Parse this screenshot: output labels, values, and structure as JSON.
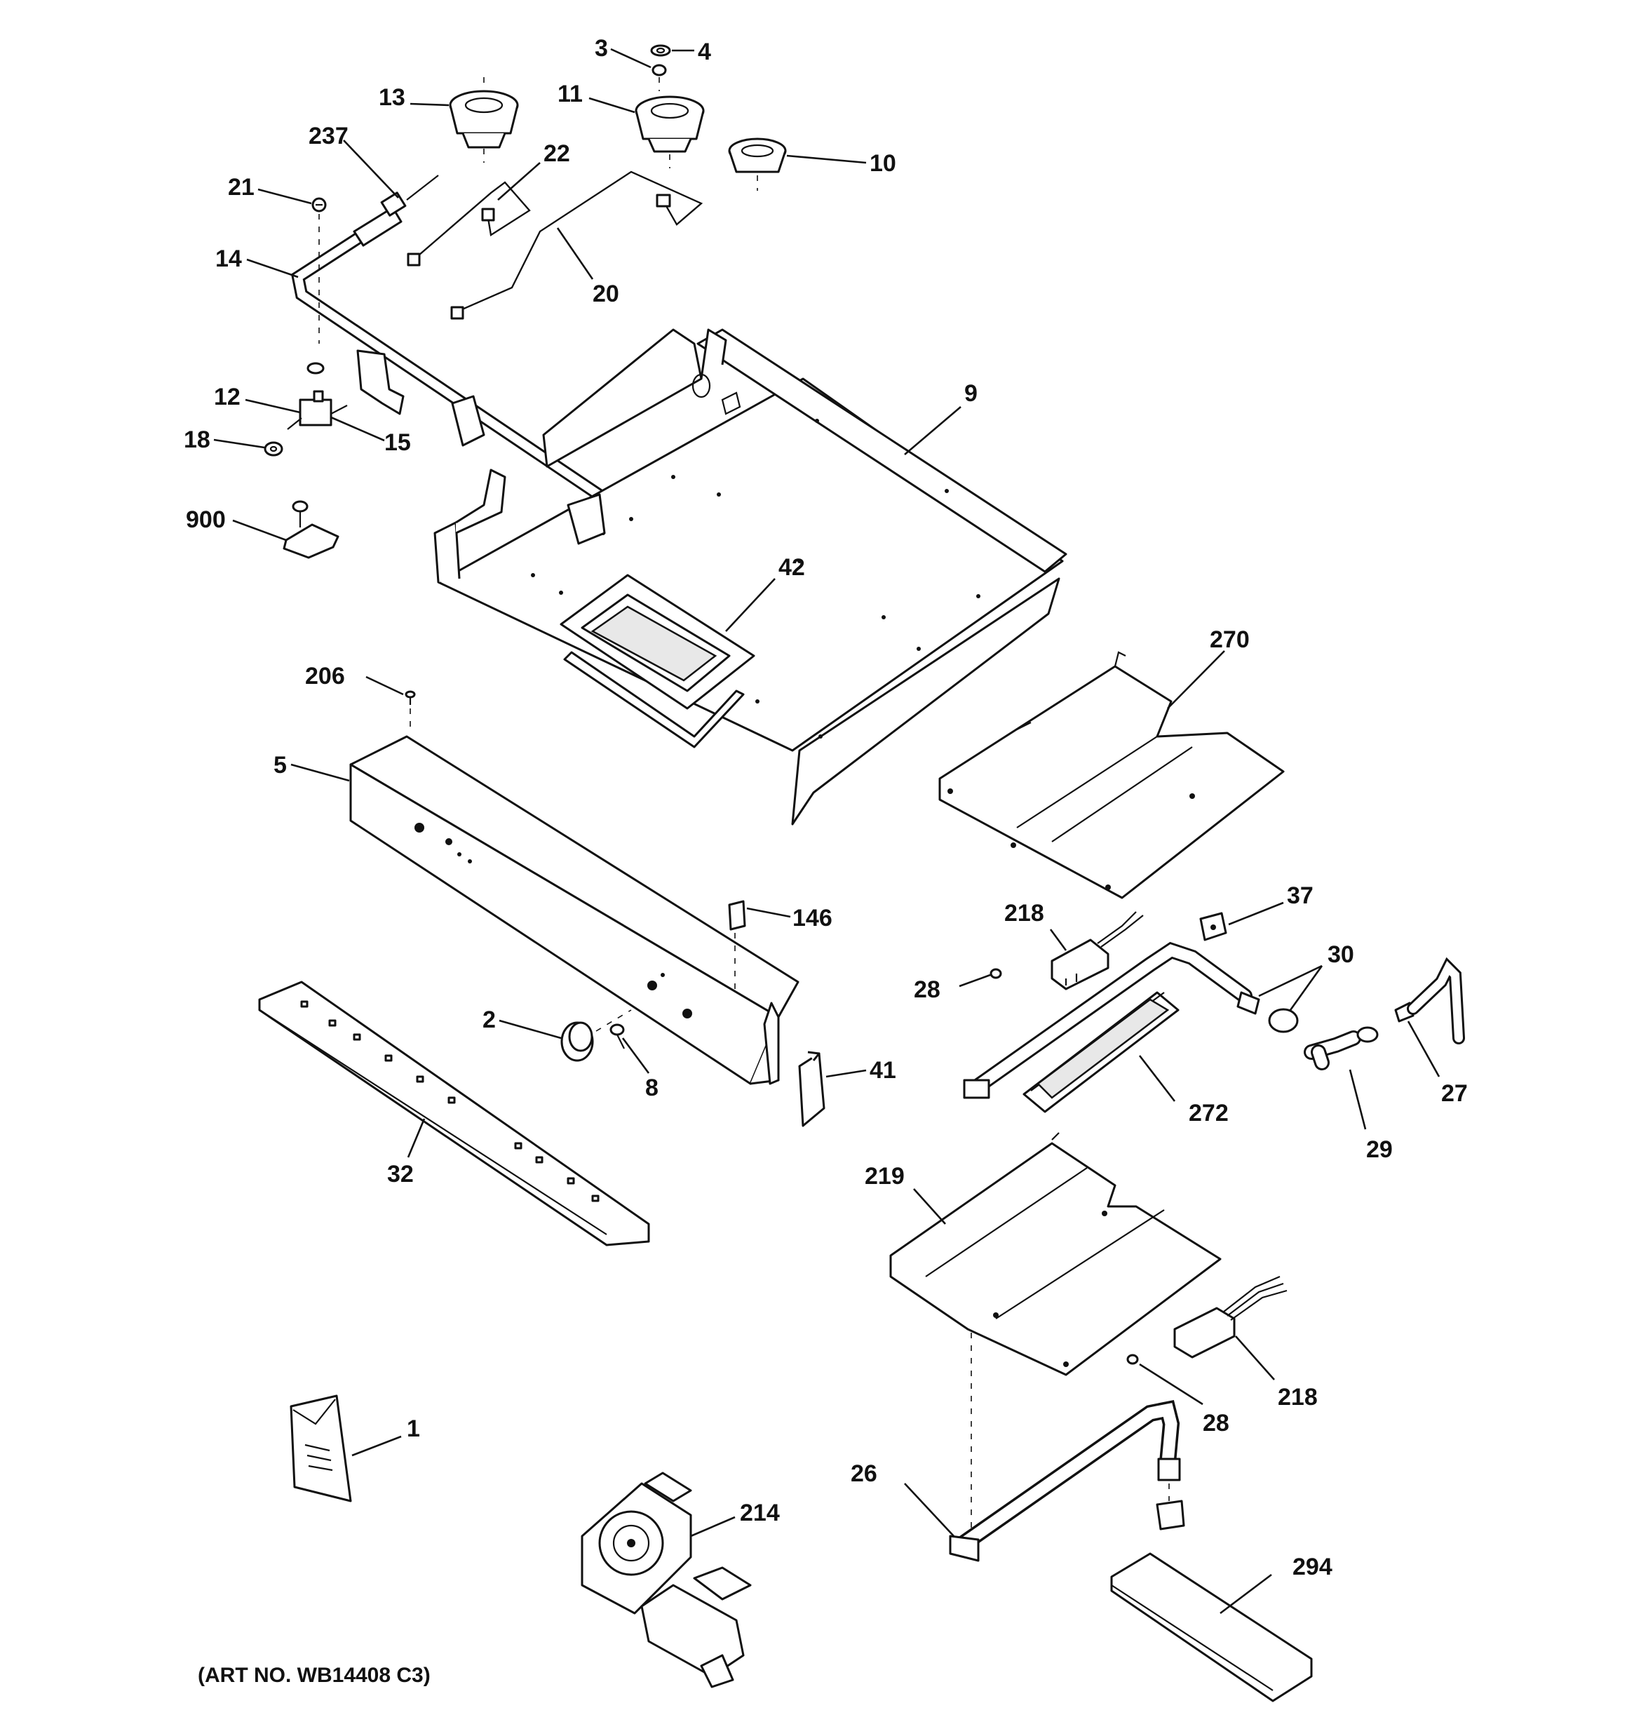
{
  "diagram": {
    "caption": "(ART NO. WB14408 C3)",
    "callouts": {
      "c1": "1",
      "c2": "2",
      "c3": "3",
      "c4": "4",
      "c5": "5",
      "c8": "8",
      "c9": "9",
      "c10": "10",
      "c11": "11",
      "c12": "12",
      "c13": "13",
      "c14": "14",
      "c15": "15",
      "c18": "18",
      "c20": "20",
      "c21": "21",
      "c22": "22",
      "c26": "26",
      "c27": "27",
      "c28a": "28",
      "c28b": "28",
      "c29": "29",
      "c30": "30",
      "c32": "32",
      "c37": "37",
      "c41": "41",
      "c42": "42",
      "c146": "146",
      "c206": "206",
      "c214": "214",
      "c218a": "218",
      "c218b": "218",
      "c219": "219",
      "c237": "237",
      "c270": "270",
      "c272": "272",
      "c294": "294",
      "c900": "900"
    }
  }
}
